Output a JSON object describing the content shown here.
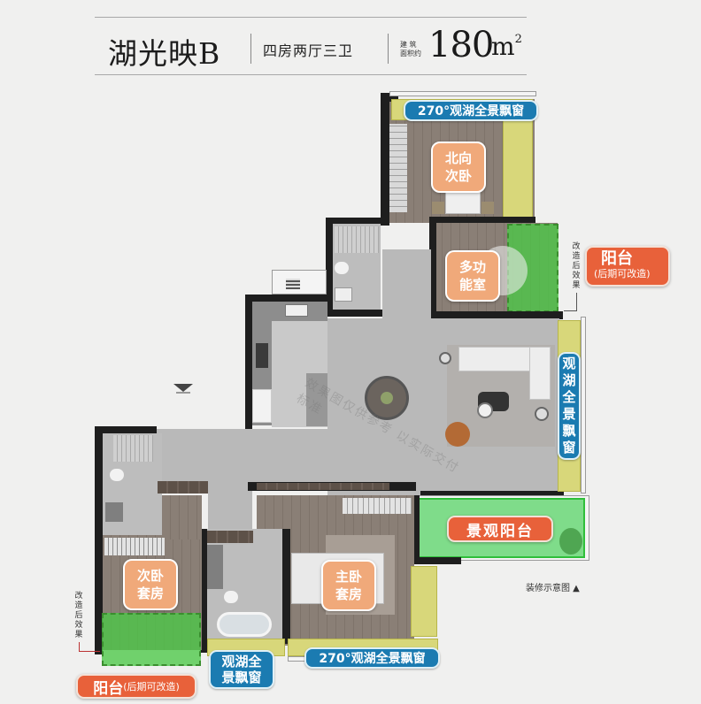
{
  "header": {
    "unit_name": "湖光映B",
    "layout": "四房两厅三卫",
    "area_label_line1": "建 筑",
    "area_label_line2": "面积约",
    "area_value": "180",
    "area_unit": "m",
    "area_unit_sup": "2"
  },
  "rooms": {
    "north_bedroom": "北向\n次卧",
    "multi_room": "多功\n能室",
    "second_suite": "次卧\n套房",
    "master_suite": "主卧\n套房"
  },
  "tags": {
    "top_window": "270°观湖全景飘窗",
    "right_window": "观湖全景飘窗",
    "bottom_window": "270°观湖全景飘窗",
    "bath_window_line1": "观湖全",
    "bath_window_line2": "景飘窗",
    "landscape_balcony": "景观阳台",
    "balcony_right_title": "阳台",
    "balcony_right_sub": "(后期可改造)",
    "balcony_left_title": "阳台",
    "balcony_left_sub": "(后期可改造)"
  },
  "notes": {
    "renovation_effect_right": "改造后效果",
    "renovation_effect_left": "改造后效果",
    "decoration_diagram": "装修示意图 ▲",
    "watermark": "效果图仅供参考 以实际交付标准"
  },
  "colors": {
    "room_label": "#f0a97a",
    "blue_tag": "#1b7bb1",
    "orange_tag": "#e8613a",
    "green_highlight": "#4cc846",
    "window_yellow": "#d8d77a"
  }
}
